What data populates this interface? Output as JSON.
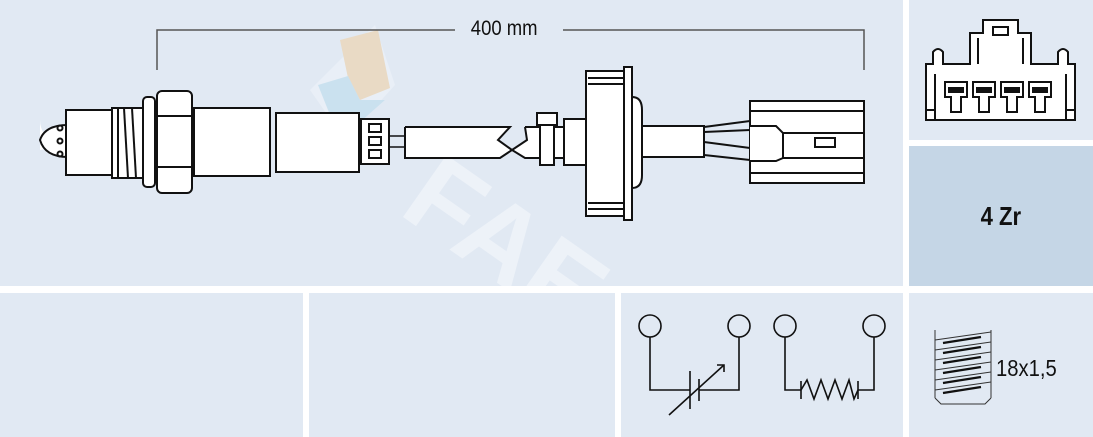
{
  "main": {
    "dimension_label": "400 mm",
    "watermark": "FAE",
    "part_illustration": "oxygen-sensor-with-cable-and-connector"
  },
  "connector": {
    "icon": "4-pin-connector-face-icon",
    "pins": 4
  },
  "sensor_type": {
    "label": "4 Zr"
  },
  "wiring": {
    "symbols": [
      "variable-capacitor-sensor-element",
      "heater-resistor"
    ]
  },
  "thread": {
    "icon": "thread-icon",
    "label": "18x1,5"
  },
  "colors": {
    "panel": "#e1e9f3",
    "panel_highlight": "#c5d6e6",
    "line": "#111111",
    "separator": "#ffffff"
  }
}
